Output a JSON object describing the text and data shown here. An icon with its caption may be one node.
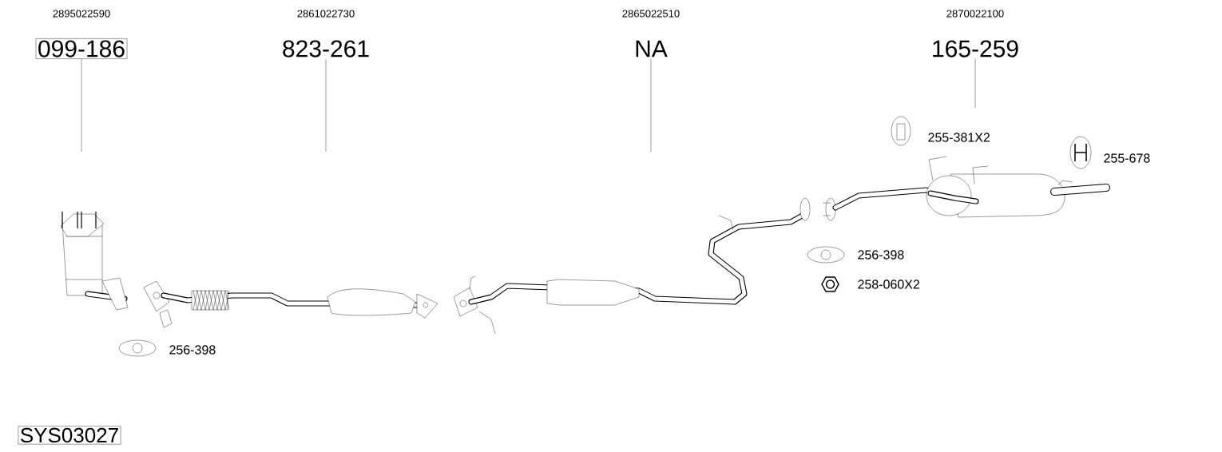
{
  "diagram": {
    "nodes": [
      {
        "text": [
          "2895022590",
          "099-186"
        ]
      },
      {
        "text": [
          "2861022730",
          "823-261"
        ]
      },
      {
        "text": [
          "2865022510",
          "NA"
        ]
      },
      {
        "text": [
          "2870022100",
          "165-259"
        ]
      },
      {
        "text": [
          "SYS03027"
        ]
      }
    ],
    "edges": [
      {
        "from": 0,
        "to": null,
        "arrow": "none"
      },
      {
        "from": 1,
        "to": null,
        "arrow": "none"
      },
      {
        "from": 2,
        "to": null,
        "arrow": "none"
      },
      {
        "from": 3,
        "to": null,
        "arrow": "none"
      }
    ],
    "labels": [
      "255-381X2",
      "255-678",
      "256-398",
      "258-060X2",
      "256-398"
    ]
  }
}
